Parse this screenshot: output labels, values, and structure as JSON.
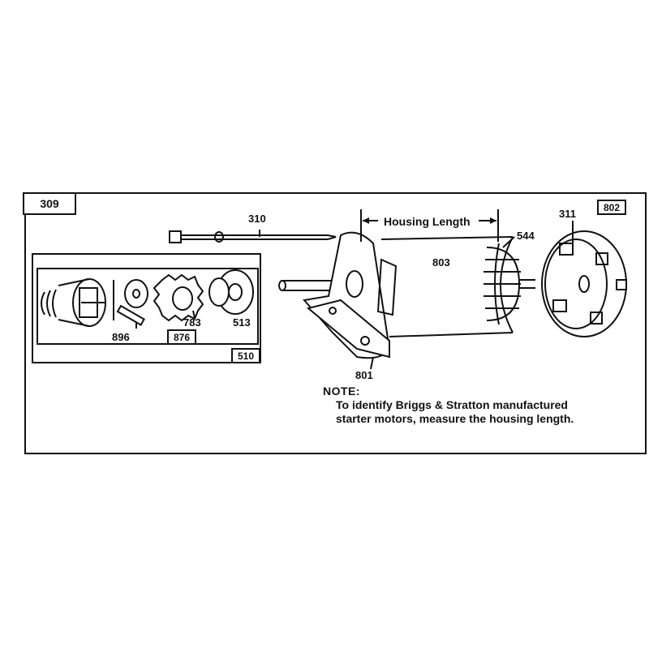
{
  "diagram": {
    "group_tag": "309",
    "sub_assembly_tag": "510",
    "drive_tag": "876",
    "cap_tag": "802",
    "dimension_label": "Housing Length",
    "parts": {
      "bolt": "310",
      "brush_cap_part": "311",
      "commutator": "544",
      "housing": "803",
      "end_plate": "801",
      "pinion_spring": "896",
      "gear": "783",
      "clutch": "513"
    },
    "note": {
      "title": "NOTE:",
      "line1": "To identify Briggs & Stratton manufactured",
      "line2": "starter motors, measure the housing length."
    }
  }
}
